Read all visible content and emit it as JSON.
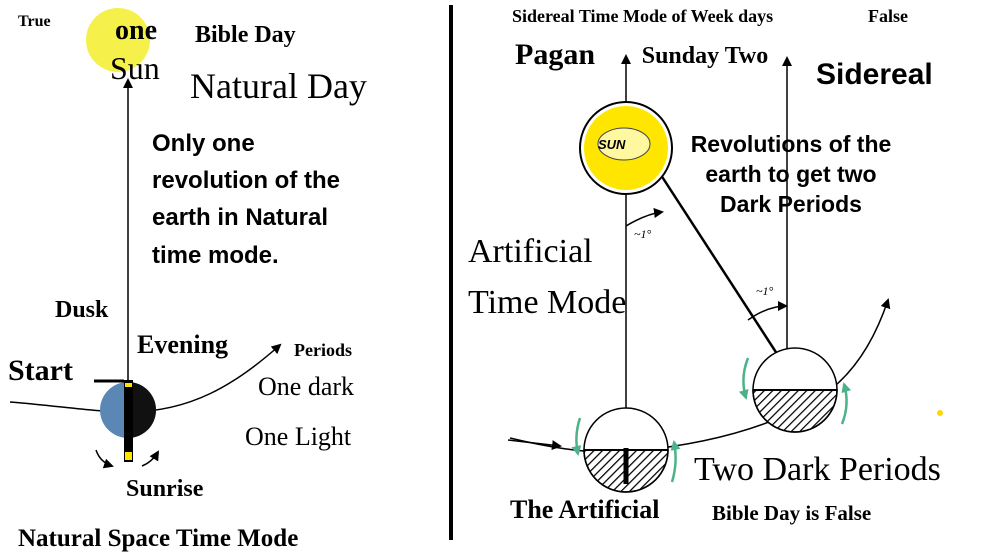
{
  "left_panel": {
    "true_label": "True",
    "one_label": "one",
    "sun_label": "Sun",
    "bible_day_label": "Bible Day",
    "natural_day_label": "Natural Day",
    "revolution_text": "Only one revolution of the earth in Natural time mode.",
    "dusk_label": "Dusk",
    "evening_label": "Evening",
    "periods_label": "Periods",
    "start_label": "Start",
    "one_dark_label": "One dark",
    "one_light_label": "One Light",
    "sunrise_label": "Sunrise",
    "caption": "Natural Space Time Mode"
  },
  "right_panel": {
    "header": "Sidereal Time Mode of Week days",
    "header_false": "False",
    "pagan_label": "Pagan",
    "sunday_two_label": "Sunday Two",
    "sidereal_label": "Sidereal",
    "sun_icon_text": "SUN",
    "revolutions_text": "Revolutions of the earth to get two Dark Periods",
    "artificial_time_mode_label": "Artificial Time Mode",
    "angle_label_1": "~1°",
    "angle_label_2": "~1°",
    "two_dark_periods_label": "Two Dark Periods",
    "footer_artificial": "The Artificial",
    "footer_rest": "Bible Day is False"
  },
  "colors": {
    "sun_yellow": "#f5f04a",
    "sun_yellow_bright": "#ffe600",
    "earth_blue": "#5b87b5",
    "arrow_green": "#4db28a",
    "ink": "#000000",
    "yellow_dot": "#ffd800"
  }
}
